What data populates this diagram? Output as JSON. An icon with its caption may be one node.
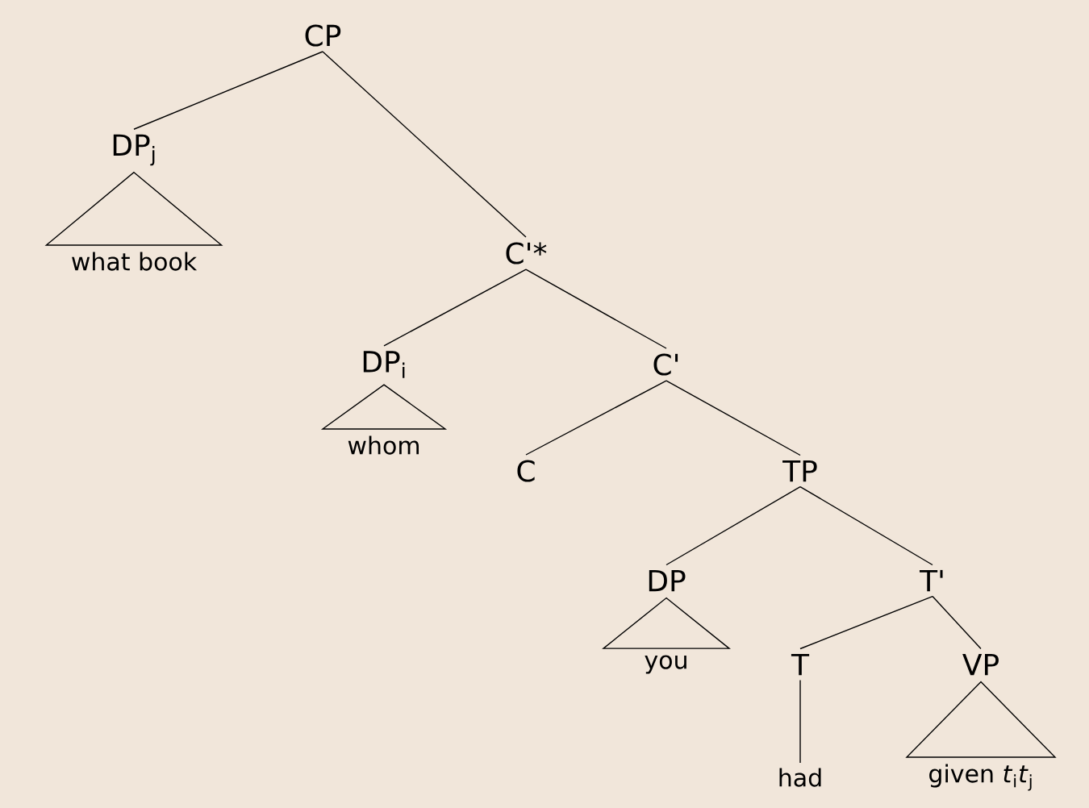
{
  "diagram": {
    "nodes": [
      {
        "text": [
          "CP"
        ]
      },
      {
        "text": [
          "DP$_{j}$"
        ]
      },
      {
        "text": [
          "what book"
        ]
      },
      {
        "text": [
          "C'*"
        ]
      },
      {
        "text": [
          "DP$_{i}$"
        ]
      },
      {
        "text": [
          "whom"
        ]
      },
      {
        "text": [
          "C'"
        ]
      },
      {
        "text": [
          "C"
        ]
      },
      {
        "text": [
          "TP"
        ]
      },
      {
        "text": [
          "DP"
        ]
      },
      {
        "text": [
          "you"
        ]
      },
      {
        "text": [
          "T'"
        ]
      },
      {
        "text": [
          "T"
        ]
      },
      {
        "text": [
          "had"
        ]
      },
      {
        "text": [
          "VP"
        ]
      },
      {
        "text": [
          "given *t*$_{i}$*t*$_{j}$"
        ]
      }
    ],
    "edges": [
      {
        "from": 0,
        "to": 1,
        "arrow": "none"
      },
      {
        "from": 0,
        "to": 3,
        "arrow": "none"
      },
      {
        "from": 1,
        "to": 2,
        "arrow": "none"
      },
      {
        "from": 3,
        "to": 4,
        "arrow": "none"
      },
      {
        "from": 3,
        "to": 6,
        "arrow": "none"
      },
      {
        "from": 4,
        "to": 5,
        "arrow": "none"
      },
      {
        "from": 6,
        "to": 7,
        "arrow": "none"
      },
      {
        "from": 6,
        "to": 8,
        "arrow": "none"
      },
      {
        "from": 8,
        "to": 9,
        "arrow": "none"
      },
      {
        "from": 8,
        "to": 11,
        "arrow": "none"
      },
      {
        "from": 9,
        "to": 10,
        "arrow": "none"
      },
      {
        "from": 11,
        "to": 12,
        "arrow": "none"
      },
      {
        "from": 11,
        "to": 14,
        "arrow": "none"
      },
      {
        "from": 12,
        "to": 13,
        "arrow": "none"
      },
      {
        "from": 14,
        "to": 15,
        "arrow": "none"
      }
    ]
  }
}
